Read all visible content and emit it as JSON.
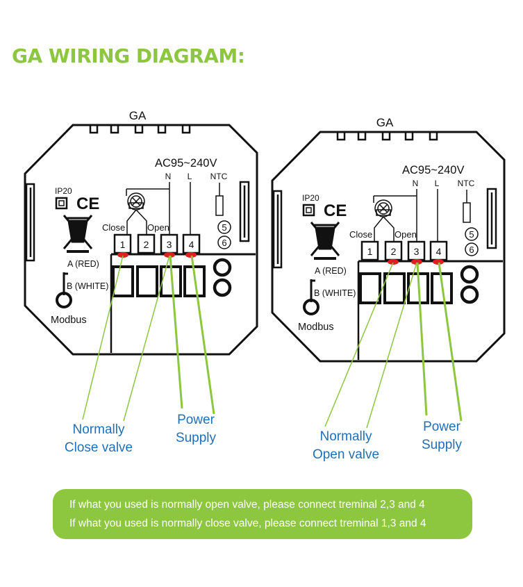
{
  "title": "GA WIRING DIAGRAM:",
  "colors": {
    "accent": "#8dc63f",
    "label_blue": "#1f6fb8",
    "dot_red": "#e02020",
    "line": "#111111"
  },
  "units": [
    {
      "model_label": "GA",
      "voltage_label": "AC95~240V",
      "terminal_labels": {
        "n": "N",
        "l": "L",
        "ntc": "NTC",
        "close": "Close",
        "open": "Open"
      },
      "ntc_numbers": [
        "5",
        "6"
      ],
      "terminals": [
        "1",
        "2",
        "3",
        "4"
      ],
      "cert_labels": {
        "ip": "IP20",
        "ce": "CE"
      },
      "bus_labels": [
        "A (RED)",
        "B (WHITE)",
        "Modbus"
      ],
      "valve_label": [
        "Normally",
        "Close valve"
      ],
      "supply_label": [
        "Power",
        "Supply"
      ]
    },
    {
      "model_label": "GA",
      "voltage_label": "AC95~240V",
      "terminal_labels": {
        "n": "N",
        "l": "L",
        "ntc": "NTC",
        "close": "Close",
        "open": "Open"
      },
      "ntc_numbers": [
        "5",
        "6"
      ],
      "terminals": [
        "1",
        "2",
        "3",
        "4"
      ],
      "cert_labels": {
        "ip": "IP20",
        "ce": "CE"
      },
      "bus_labels": [
        "A (RED)",
        "B (WHITE)",
        "Modbus"
      ],
      "valve_label": [
        "Normally",
        "Open valve"
      ],
      "supply_label": [
        "Power",
        "Supply"
      ]
    }
  ],
  "notes": [
    "If what you used is normally open valve, please connect treminal 2,3 and 4",
    "If what you used is normally close valve, please connect treminal 1,3 and 4"
  ]
}
